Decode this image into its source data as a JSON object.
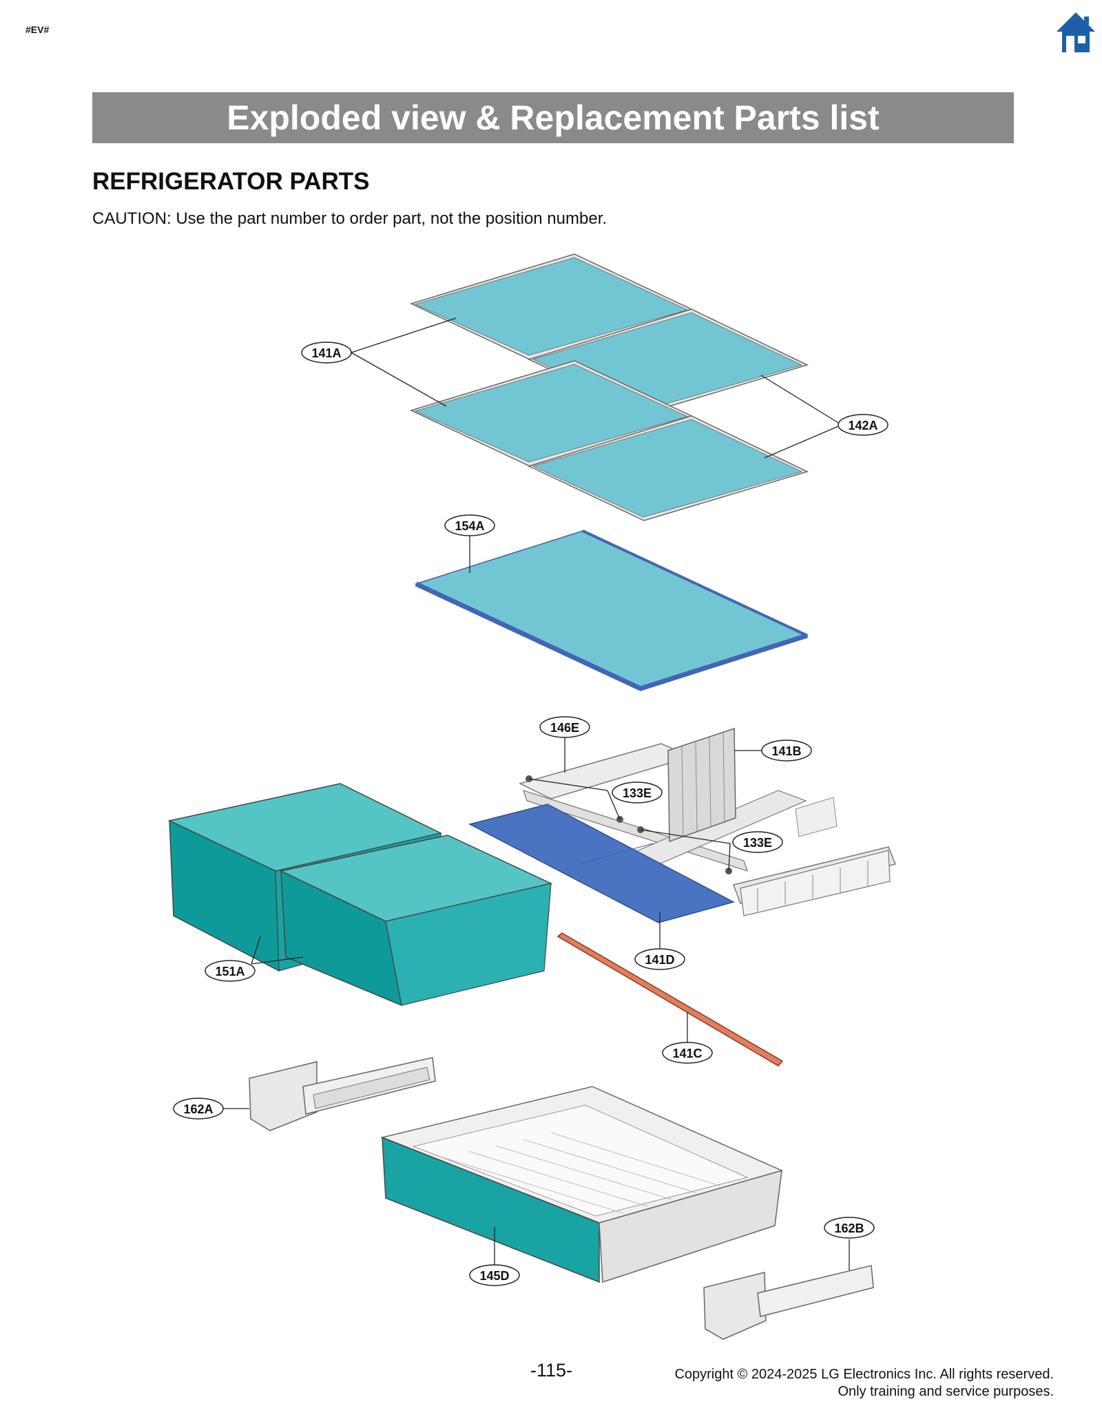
{
  "header": {
    "tag": "#EV#",
    "home_icon": "home-icon"
  },
  "banner": {
    "title": "Exploded view & Replacement Parts list"
  },
  "section": {
    "title": "REFRIGERATOR PARTS"
  },
  "caution": "CAUTION: Use the part number to order part, not the position number.",
  "callouts": {
    "c141A": "141A",
    "c142A": "142A",
    "c154A": "154A",
    "c146E": "146E",
    "c141B": "141B",
    "c133E_1": "133E",
    "c133E_2": "133E",
    "c151A": "151A",
    "c141D": "141D",
    "c141C": "141C",
    "c162A": "162A",
    "c162B": "162B",
    "c145D": "145D"
  },
  "colors": {
    "banner": "#8a8a8a",
    "glass": "#72c6d3",
    "bin": "#2aa8a8",
    "blue_trim": "#4266b5",
    "home": "#1e5fa8",
    "strip": "#e27d5f"
  },
  "footer": {
    "page": "-115-",
    "copyright_line1": "Copyright © 2024-2025 LG Electronics Inc. All rights reserved.",
    "copyright_line2": "Only training and service purposes."
  }
}
